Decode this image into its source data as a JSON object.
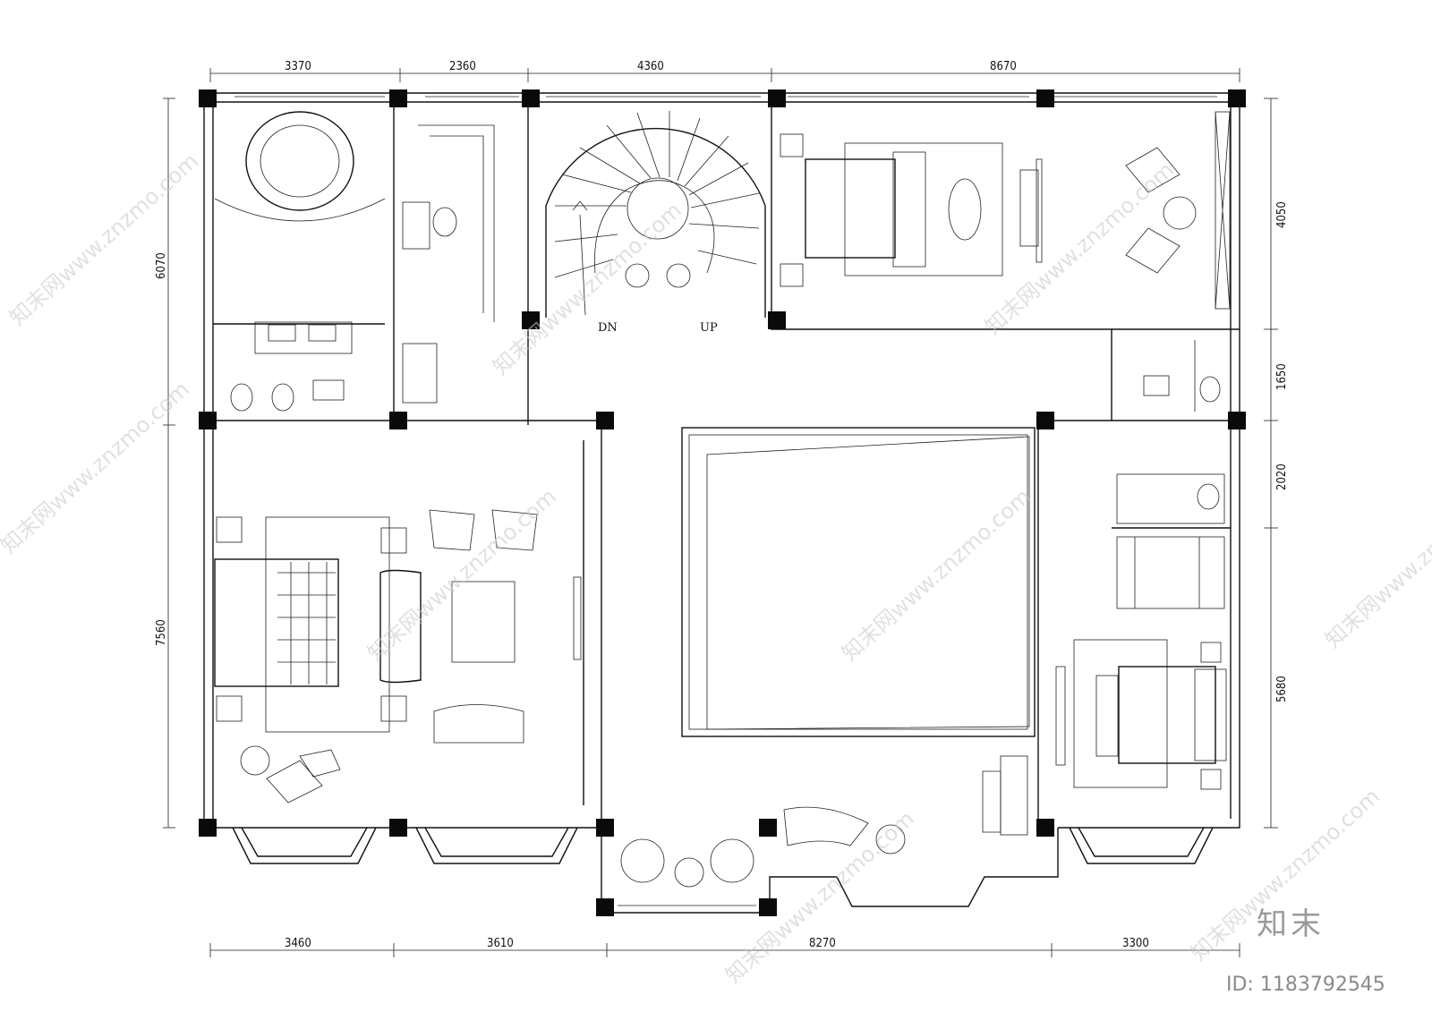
{
  "plan": {
    "top_dimensions": [
      "3370",
      "2360",
      "4360",
      "8670"
    ],
    "bottom_dimensions": [
      "3460",
      "3610",
      "8270",
      "3300"
    ],
    "left_dimensions": [
      "6070",
      "7560"
    ],
    "right_dimensions": [
      "4050",
      "1650",
      "2020",
      "5680"
    ],
    "stair_down_label": "DN",
    "stair_up_label": "UP"
  },
  "watermark": {
    "text": "知末网www.znzmo.com",
    "brand": "知末",
    "image_id": "ID: 1183792545"
  }
}
